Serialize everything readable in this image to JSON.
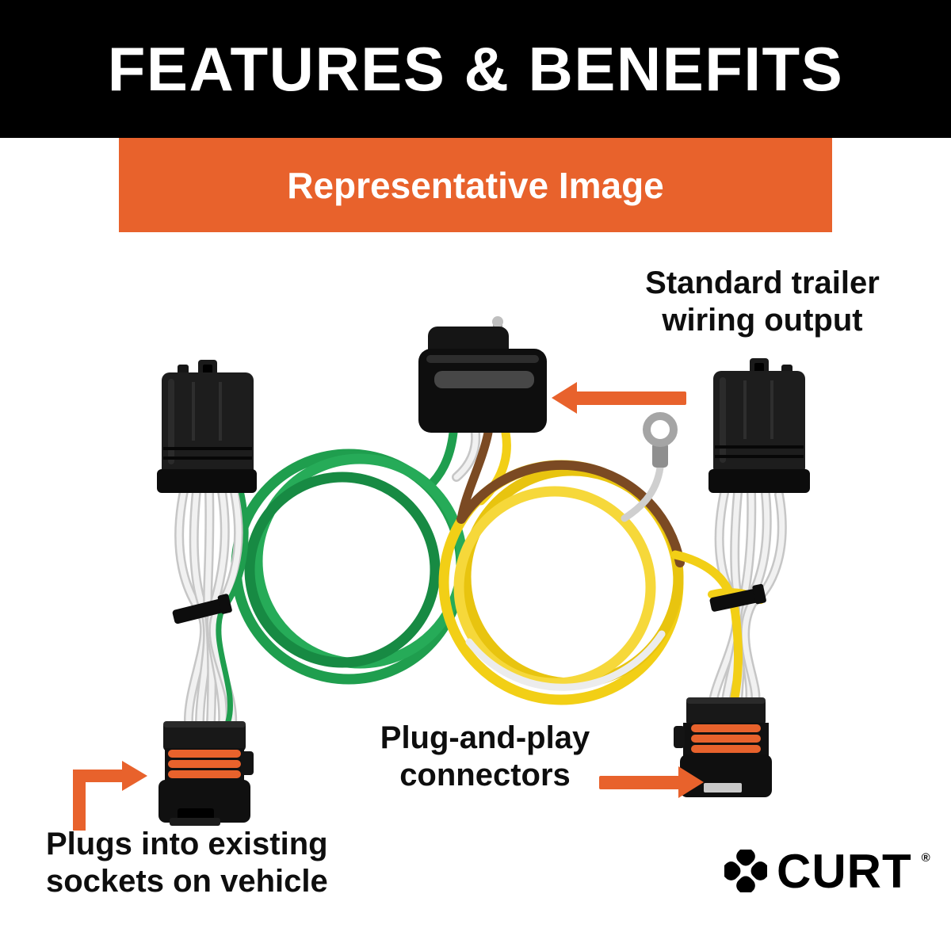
{
  "header": {
    "title": "FEATURES & BENEFITS"
  },
  "banner": {
    "label": "Representative Image"
  },
  "callouts": {
    "trailer_output": {
      "line1": "Standard trailer",
      "line2": "wiring output"
    },
    "plug_and_play": {
      "line1": "Plug-and-play",
      "line2": "connectors"
    },
    "vehicle_sockets": {
      "line1": "Plugs into existing",
      "line2": "sockets on vehicle"
    }
  },
  "brand": {
    "name": "CURT",
    "registered_mark": "®"
  },
  "illustration": {
    "description": "Plug-and-play trailer wiring harness with two vehicle-side connectors, coiled green and yellow wires, ground ring terminal and 4-flat trailer output",
    "parts": [
      "left-vehicle-connector",
      "flat-4pin-trailer-connector",
      "right-vehicle-connector",
      "green-wire-coil",
      "yellow-wire-coil",
      "ground-ring-terminal",
      "left-socket-connector",
      "right-socket-connector",
      "zip-ties"
    ]
  },
  "colors": {
    "header_bg": "#000000",
    "header_text": "#FFFFFF",
    "accent_orange": "#E8622C",
    "banner_text": "#FFFFFF",
    "callout_text": "#0E0E0E",
    "wire_green": "#1F9E4E",
    "wire_yellow": "#F2CF16",
    "wire_brown": "#7B4A23",
    "wire_white": "#F1F1F1",
    "connector_black": "#141414",
    "page_bg": "#FFFFFF"
  }
}
